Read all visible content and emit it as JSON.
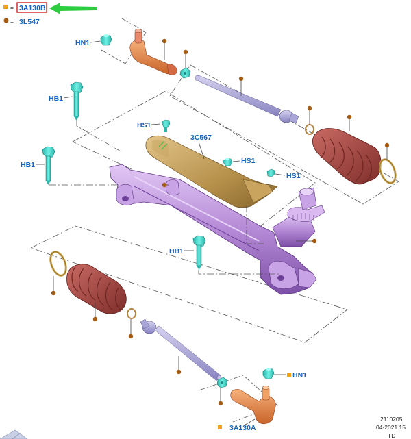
{
  "legend": {
    "square_marker_code": "3A130B",
    "circle_marker_code": "3L547",
    "eq": "="
  },
  "labels": {
    "hn1_top": "HN1",
    "hb1_upper": "HB1",
    "hb1_left": "HB1",
    "hs1_left": "HS1",
    "hs1_mid": "HS1",
    "hs1_right": "HS1",
    "boot_shield": "3C567",
    "hb1_lower": "HB1",
    "hn1_bottom": "HN1",
    "tie_rod_end_bottom": "3A130A"
  },
  "footer": {
    "ref_number": "2110205",
    "date": "04-2021 15",
    "initials": "TD"
  },
  "colors": {
    "label_blue": "#1565c0",
    "marker_circle": "#a35a13",
    "marker_square": "#f3a21a",
    "highlight_box": "#d32f2f",
    "arrow": "#2ecc40",
    "rack_purple": "#b58ad6",
    "boot_red": "#a84a45",
    "tie_end_orange": "#e38a45",
    "shield_gold": "#b5904a",
    "fastener_teal": "#3fd6c9",
    "rod_lilac": "#aaa6d8"
  },
  "icons": {
    "square_marker": "square-marker-icon",
    "circle_marker": "circle-marker-icon",
    "callout_arrow": "green-arrow-icon",
    "page_corner": "page-fold-icon"
  }
}
